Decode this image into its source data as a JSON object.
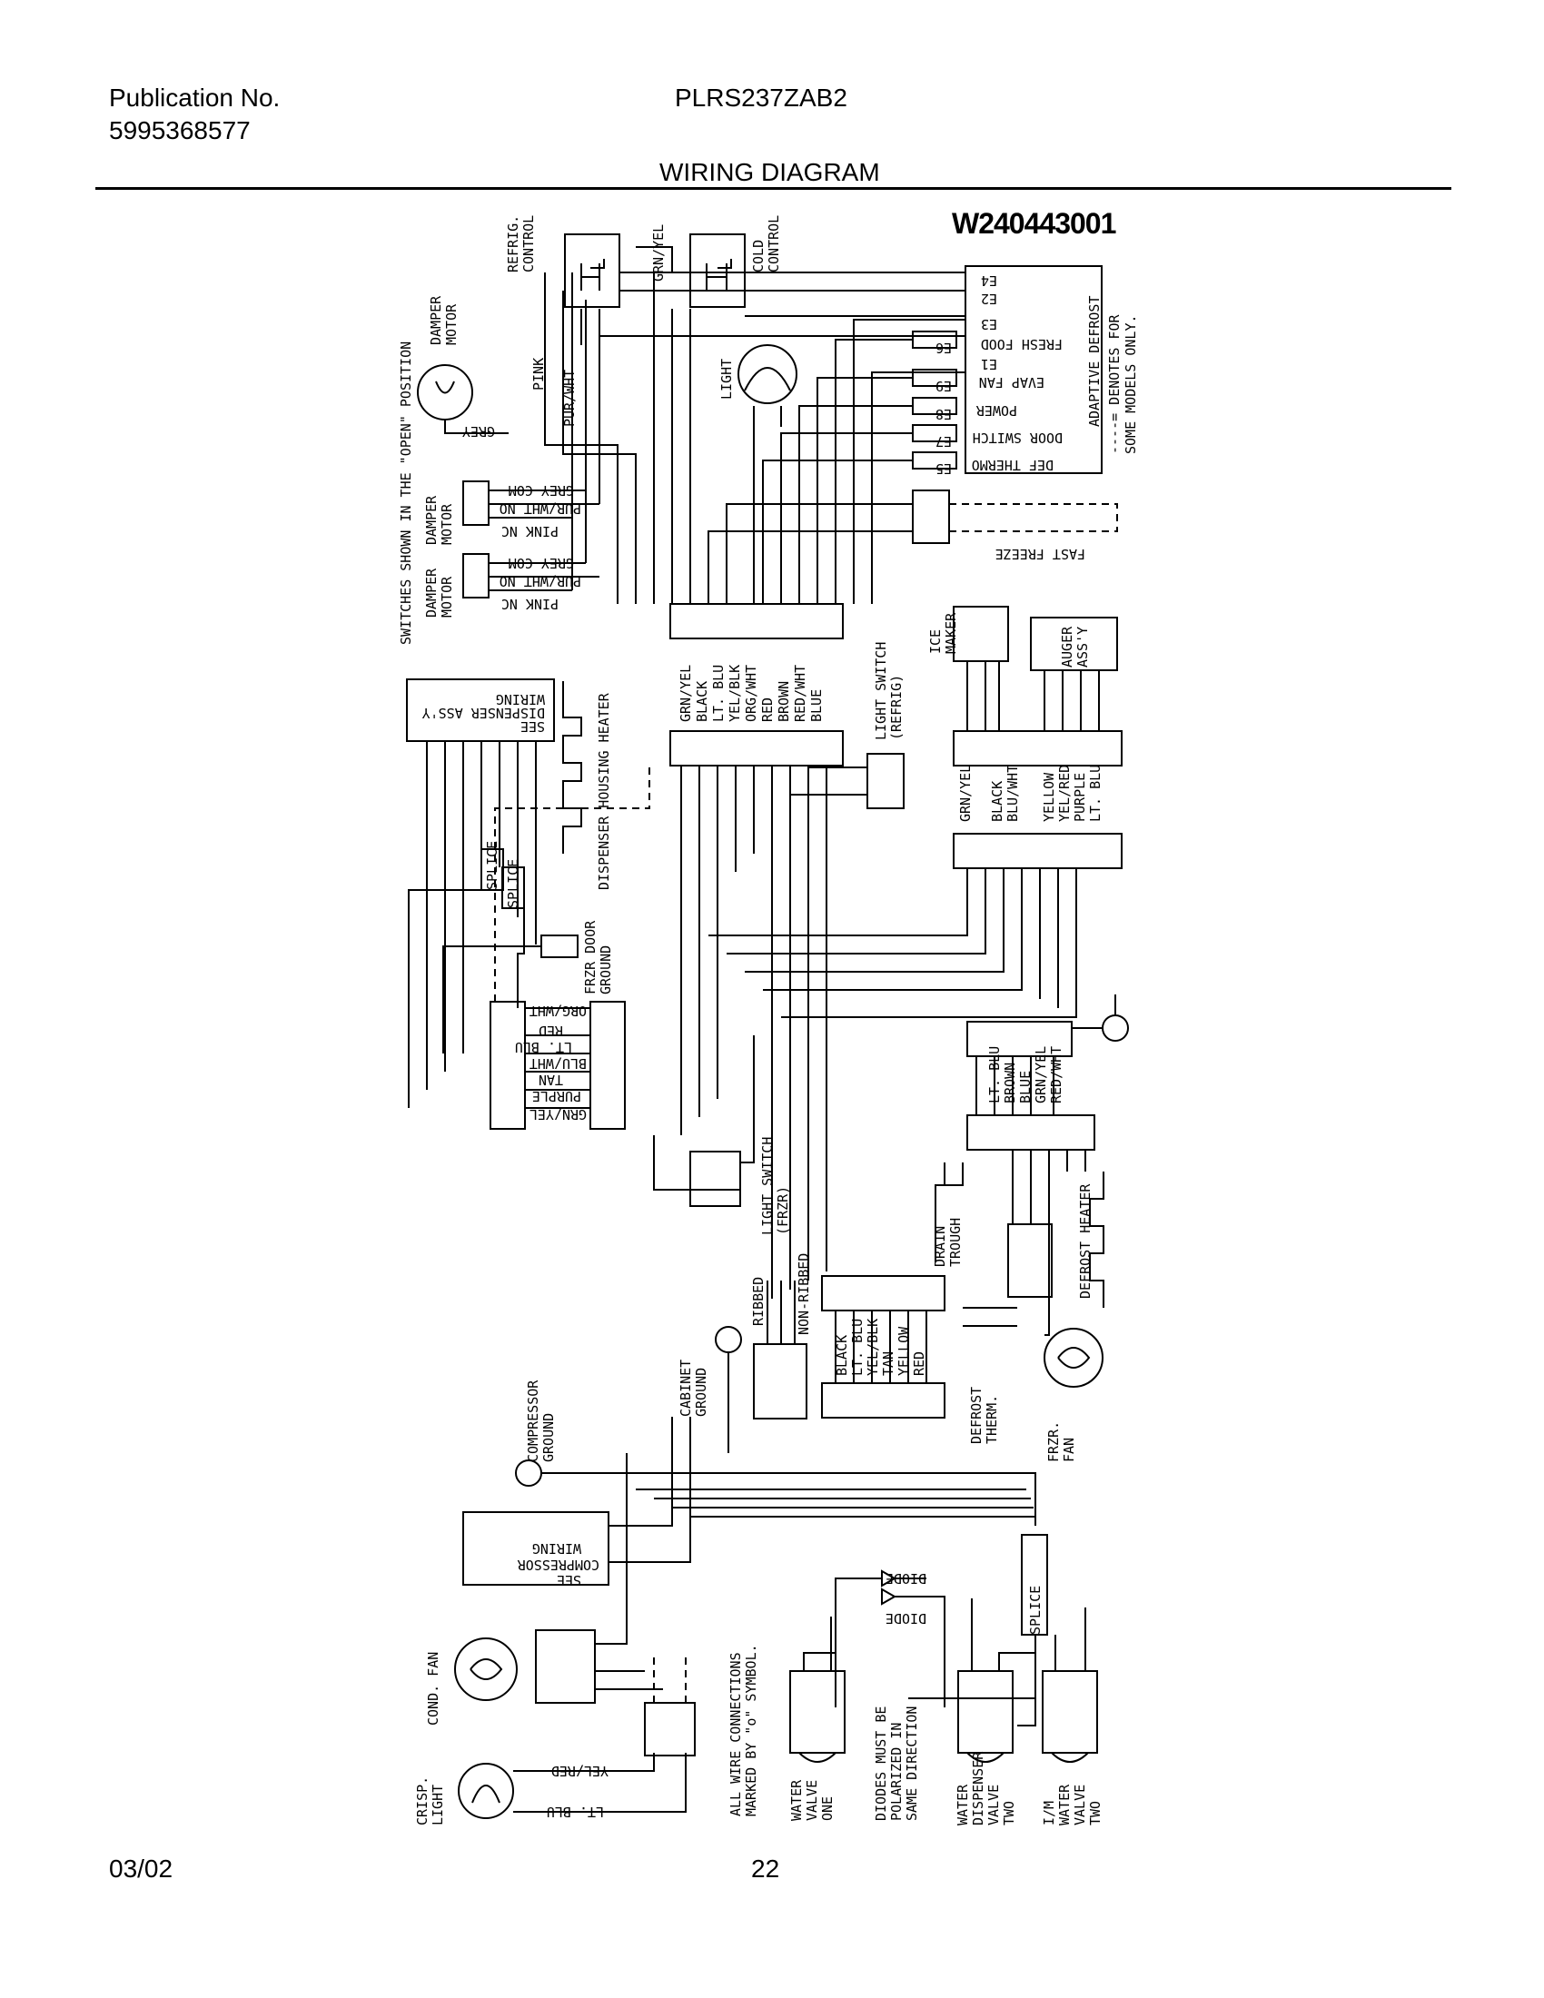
{
  "header": {
    "publication_label": "Publication No.",
    "publication_number": "5995368577",
    "model": "PLRS237ZAB2",
    "title": "WIRING DIAGRAM"
  },
  "diagram_number": "W240443001",
  "footer": {
    "date": "03/02",
    "page": "22"
  },
  "labels": {
    "refrig_control": [
      "REFRIG.",
      "CONTROL"
    ],
    "cold_control": [
      "COLD",
      "CONTROL"
    ],
    "grn_yel_top": "GRN/YEL",
    "damper_motor": [
      "DAMPER",
      "MOTOR"
    ],
    "switches_note": "SWITCHES SHOWN IN THE \"OPEN\" POSITION",
    "pink": "PINK",
    "pur_wht": "PUR/WHT",
    "light": "LIGHT",
    "grey": "GREY",
    "grey_com": "GREY COM",
    "pur_wht_no": "PUR/WHT NO",
    "pink_nc": "PINK NC",
    "adaptive_defrost": "ADAPTIVE DEFROST",
    "adaptive_note": [
      "----= DENOTES FOR",
      "SOME MODELS ONLY."
    ],
    "e4": "E4",
    "e2": "E2",
    "e3": "E3",
    "e1": "E1",
    "fresh_food": "FRESH FOOD",
    "evap_fan": "EVAP FAN",
    "power": "POWER",
    "door_switch": "DOOR SWITCH",
    "def_thermo": "DEF THERMO",
    "e6": "E6",
    "e9": "E9",
    "e8": "E8",
    "e7": "E7",
    "e5": "E5",
    "fast_freeze": "FAST FREEZE",
    "see_dispenser": [
      "SEE",
      "DISPENSER ASS'Y",
      "WIRING"
    ],
    "dispenser_heater": "DISPENSER HOUSING HEATER",
    "splice": "SPLICE",
    "harness_mid": [
      "GRN/YEL",
      "BLACK",
      "LT. BLU",
      "YEL/BLK",
      "ORG/WHT",
      "RED",
      "BROWN",
      "RED/WHT",
      "BLUE"
    ],
    "light_switch_refrig": [
      "LIGHT SWITCH",
      "(REFRIG)"
    ],
    "ice_maker": [
      "ICE",
      "MAKER"
    ],
    "auger": [
      "AUGER",
      "ASS'Y"
    ],
    "harness_right": [
      "GRN/YEL",
      "BLACK",
      "BLU/WHT",
      "YELLOW",
      "YEL/RED",
      "PURPLE",
      "LT. BLU"
    ],
    "frzr_door_ground": [
      "FRZR DOOR",
      "GROUND"
    ],
    "connector_left": [
      "ORG/WHT",
      "RED",
      "LT. BLU",
      "BLU/WHT",
      "TAN",
      "PURPLE",
      "GRN/YEL"
    ],
    "harness_right2": [
      "LT. BLU",
      "BROWN",
      "BLUE",
      "GRN/YEL",
      "RED/WHT"
    ],
    "light_switch_frzr": [
      "LIGHT SWITCH",
      "(FRZR)"
    ],
    "drain_trough": [
      "DRAIN",
      "TROUGH"
    ],
    "defrost_heater": "DEFROST HEATER",
    "ribbed": "RIBBED",
    "non_ribbed": "NON-RIBBED",
    "cabinet_ground": [
      "CABINET",
      "GROUND"
    ],
    "compressor_ground": [
      "COMPRESSOR",
      "GROUND"
    ],
    "harness_bottom": [
      "BLACK",
      "LT. BLU",
      "YEL/BLK",
      "TAN",
      "YELLOW",
      "RED"
    ],
    "defrost_therm": [
      "DEFROST",
      "THERM."
    ],
    "frzr_fan": [
      "FRZR.",
      "FAN"
    ],
    "see_compressor": [
      "SEE",
      "COMPRESSOR",
      "WIRING"
    ],
    "diode": "DIODE",
    "cond_fan": [
      "COND. FAN"
    ],
    "crisp_light": [
      "CRISP.",
      "LIGHT"
    ],
    "yel_red": "YEL/RED",
    "lt_blu": "LT. BLU",
    "all_wire_note": [
      "ALL WIRE CONNECTIONS",
      "MARKED BY \"o\" SYMBOL."
    ],
    "diodes_note": [
      "DIODES MUST BE",
      "POLARIZED IN",
      "SAME DIRECTION"
    ],
    "water_valve_one": [
      "WATER",
      "VALVE",
      "ONE"
    ],
    "water_dispenser_two": [
      "WATER",
      "DISPENSER",
      "VALVE",
      "TWO"
    ],
    "im_valve_two": [
      "I/M",
      "WATER",
      "VALVE",
      "TWO"
    ]
  }
}
